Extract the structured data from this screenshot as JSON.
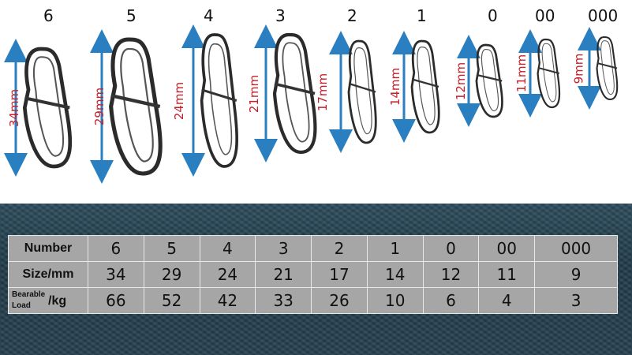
{
  "sizes": [
    {
      "number": "6",
      "size_label": "34mm",
      "size_mm": "34",
      "load_kg": "66"
    },
    {
      "number": "5",
      "size_label": "29mm",
      "size_mm": "29",
      "load_kg": "52"
    },
    {
      "number": "4",
      "size_label": "24mm",
      "size_mm": "24",
      "load_kg": "42"
    },
    {
      "number": "3",
      "size_label": "21mm",
      "size_mm": "21",
      "load_kg": "33"
    },
    {
      "number": "2",
      "size_label": "17mm",
      "size_mm": "17",
      "load_kg": "26"
    },
    {
      "number": "1",
      "size_label": "14mm",
      "size_mm": "14",
      "load_kg": "10"
    },
    {
      "number": "0",
      "size_label": "12mm",
      "size_mm": "12",
      "load_kg": "6"
    },
    {
      "number": "00",
      "size_label": "11mm",
      "size_mm": "11",
      "load_kg": "4"
    },
    {
      "number": "000",
      "size_label": "9mm",
      "size_mm": "9",
      "load_kg": "3"
    }
  ],
  "table": {
    "row_number_header": "Number",
    "row_size_header": "Size/mm",
    "row_load_header_line1": "Bearable",
    "row_load_header_line2": "Load",
    "row_load_header_unit": "/kg"
  },
  "colors": {
    "arrow": "#2a7fc0",
    "mm_text": "#c8202a",
    "table_bg": "#a6a6a6",
    "panel_bg": "#253f4d"
  }
}
